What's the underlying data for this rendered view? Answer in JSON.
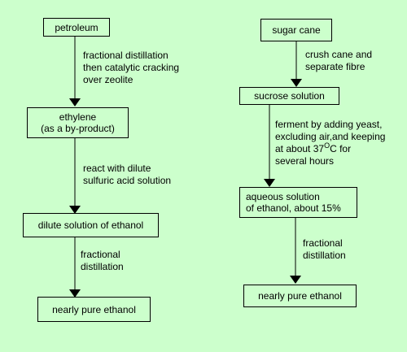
{
  "left_flow": {
    "petroleum": "petroleum",
    "step1": [
      "fractional distillation",
      "then catalytic cracking",
      "over zeolite"
    ],
    "ethylene": [
      "ethylene",
      "(as a by-product)"
    ],
    "step2": [
      "react with dilute",
      "sulfuric acid solution"
    ],
    "dilute_ethanol": "dilute solution of ethanol",
    "step3": [
      "fractional",
      "distillation"
    ],
    "pure_ethanol": "nearly pure ethanol"
  },
  "right_flow": {
    "sugar_cane": "sugar cane",
    "step1": [
      "crush cane and",
      "separate fibre"
    ],
    "sucrose": "sucrose solution",
    "step2": {
      "line1": "ferment by adding yeast,",
      "line2": "excluding air,and keeping",
      "line3_prefix": "at about 37",
      "line3_sup": "O",
      "line3_suffix": "C for",
      "line4": "several hours"
    },
    "aqueous": [
      "aqueous solution",
      "of ethanol, about 15%"
    ],
    "step3": [
      "fractional",
      "distillation"
    ],
    "pure_ethanol": "nearly pure ethanol"
  },
  "colors": {
    "background": "#ccffcc",
    "stroke": "#000000"
  }
}
